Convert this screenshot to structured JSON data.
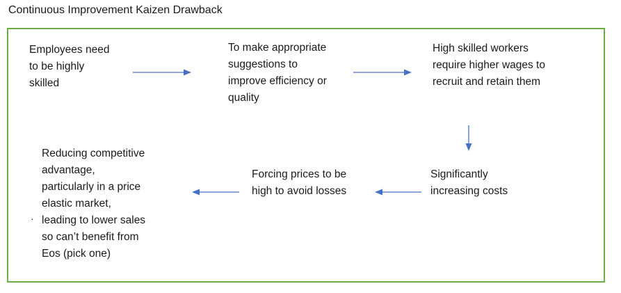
{
  "title": "Continuous Improvement Kaizen Drawback",
  "colors": {
    "frame_border": "#70ad47",
    "arrow": "#4472c4",
    "text": "#1a1a1a"
  },
  "nodes": [
    {
      "lines": [
        "Employees need",
        "to be highly",
        "skilled"
      ]
    },
    {
      "lines": [
        "To make appropriate",
        "suggestions to",
        "improve efficiency or",
        "quality"
      ]
    },
    {
      "lines": [
        "High skilled workers",
        "require higher wages to",
        "recruit and retain them"
      ]
    },
    {
      "lines": [
        "Significantly",
        "increasing costs"
      ]
    },
    {
      "lines": [
        "Forcing prices to be",
        "high to avoid losses"
      ]
    },
    {
      "lines": [
        "Reducing competitive",
        "advantage,",
        "particularly in a price",
        "elastic market,",
        "leading to lower sales",
        "so can’t benefit from",
        "Eos (pick one)"
      ]
    }
  ],
  "bullet_mark": "·"
}
